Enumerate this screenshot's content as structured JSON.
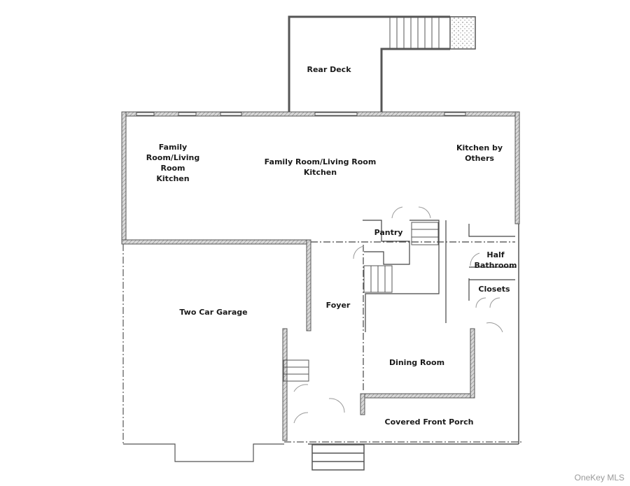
{
  "plan": {
    "rooms": [
      {
        "id": "rear-deck",
        "label": "Rear Deck"
      },
      {
        "id": "family-room-left",
        "label": "Family\nRoom/Living\nRoom\nKitchen"
      },
      {
        "id": "family-room-center",
        "label": "Family Room/Living Room\nKitchen"
      },
      {
        "id": "kitchen-by-others",
        "label": "Kitchen by\nOthers"
      },
      {
        "id": "pantry",
        "label": "Pantry"
      },
      {
        "id": "half-bathroom",
        "label": "Half\nBathroom"
      },
      {
        "id": "closets",
        "label": "Closets"
      },
      {
        "id": "foyer",
        "label": "Foyer"
      },
      {
        "id": "two-car-garage",
        "label": "Two Car Garage"
      },
      {
        "id": "dining-room",
        "label": "Dining Room"
      },
      {
        "id": "covered-front-porch",
        "label": "Covered Front Porch"
      }
    ],
    "colors": {
      "wall": "#555555",
      "hatch": "#9a9a9a",
      "text": "#1a1a1a"
    }
  },
  "watermark": "OneKey MLS"
}
